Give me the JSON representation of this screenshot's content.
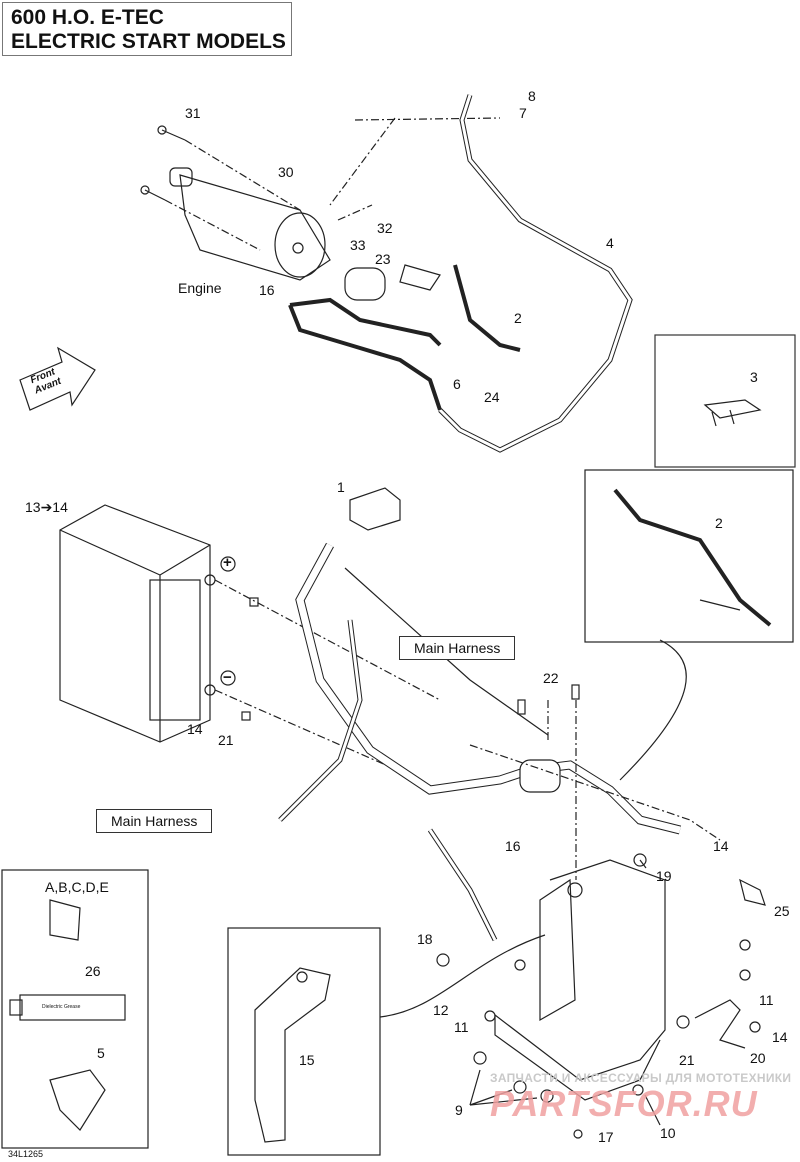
{
  "title": {
    "line1": "600 H.O. E-TEC",
    "line2": "ELECTRIC START MODELS"
  },
  "front_arrow": {
    "line1": "Front",
    "line2": "Avant"
  },
  "labels": {
    "main_harness_1": "Main Harness",
    "main_harness_2": "Main Harness",
    "engine": "Engine"
  },
  "callouts": [
    "31",
    "30",
    "8",
    "7",
    "4",
    "32",
    "33",
    "23",
    "16",
    "2",
    "6",
    "24",
    "3",
    "1",
    "13➔14",
    "2",
    "14",
    "21",
    "22",
    "16",
    "14",
    "19",
    "25",
    "A,B,C,D,E",
    "26",
    "5",
    "18",
    "12",
    "11",
    "15",
    "11",
    "14",
    "21",
    "20",
    "9",
    "10",
    "17"
  ],
  "terminal_signs": {
    "positive": "+",
    "negative": "−"
  },
  "tube_label": "Dielectric Grease",
  "reference": "34L1265",
  "watermark": {
    "line1": "ЗАПЧАСТИ И АКСЕССУАРЫ ДЛЯ МОТОТЕХНИКИ",
    "line2": "PARTSFOR.RU"
  }
}
